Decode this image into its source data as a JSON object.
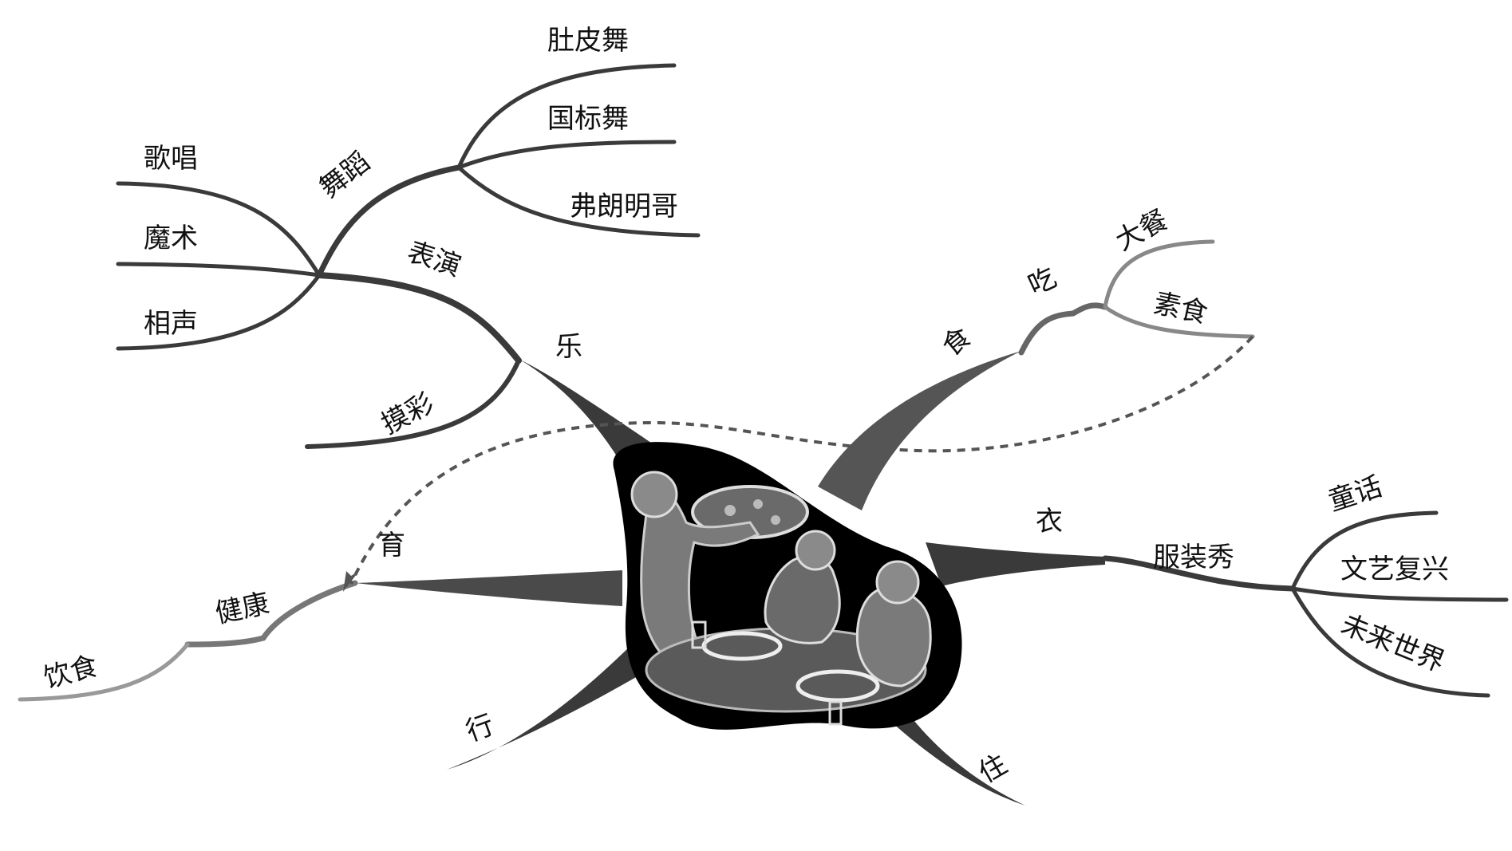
{
  "colors": {
    "branch_dark": "#3a3a3a",
    "branch_mid": "#555555",
    "branch_light": "#8a8a8a",
    "center_fill": "#000000",
    "text": "#111111"
  },
  "mindmap": {
    "center": {
      "image": "dining-scene-illustration"
    },
    "branches": {
      "le": {
        "label": "乐",
        "performance": {
          "label": "表演",
          "dance": {
            "label": "舞蹈",
            "children": [
              "肚皮舞",
              "国标舞",
              "弗朗明哥"
            ]
          },
          "children": [
            "歌唱",
            "魔术",
            "相声"
          ]
        },
        "lottery": "摸彩"
      },
      "shi": {
        "label": "食",
        "eat": {
          "label": "吃",
          "children": [
            "大餐",
            "素食"
          ]
        }
      },
      "yi": {
        "label": "衣",
        "fashion_show": {
          "label": "服装秀",
          "children": [
            "童话",
            "文艺复兴",
            "未来世界"
          ]
        }
      },
      "yu": {
        "label": "育",
        "health": {
          "label": "健康",
          "diet": "饮食"
        }
      },
      "xing": {
        "label": "行"
      },
      "zhu": {
        "label": "住"
      }
    }
  }
}
